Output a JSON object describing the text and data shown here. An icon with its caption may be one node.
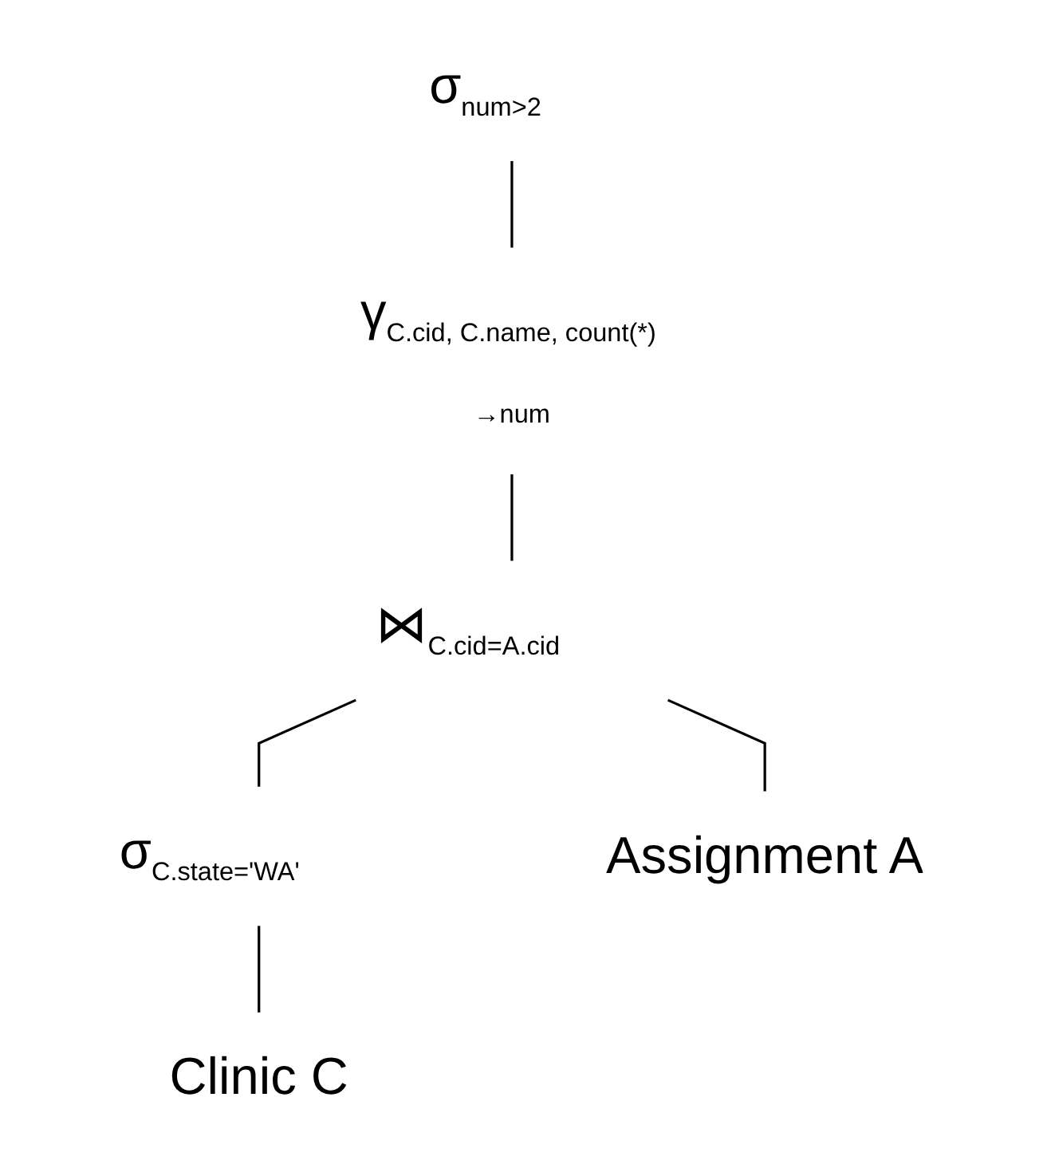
{
  "diagram": {
    "nodes": [
      {
        "text": [
          "σ$_{num>2}$"
        ]
      },
      {
        "text": [
          "γ$_{C.cid, C.name, count(*) →num}$"
        ]
      },
      {
        "text": [
          "⋈$_{C.cid=A.cid}$"
        ]
      },
      {
        "text": [
          "σ$_{C.state='WA'}$"
        ]
      },
      {
        "text": [
          "Clinic C"
        ]
      },
      {
        "text": [
          "Assignment A"
        ]
      }
    ],
    "edges": [
      {
        "from": 0,
        "to": 1,
        "arrow": "none"
      },
      {
        "from": 1,
        "to": 2,
        "arrow": "none"
      },
      {
        "from": 2,
        "to": 3,
        "arrow": "none"
      },
      {
        "from": 2,
        "to": 5,
        "arrow": "none"
      },
      {
        "from": 3,
        "to": 4,
        "arrow": "none"
      }
    ]
  }
}
